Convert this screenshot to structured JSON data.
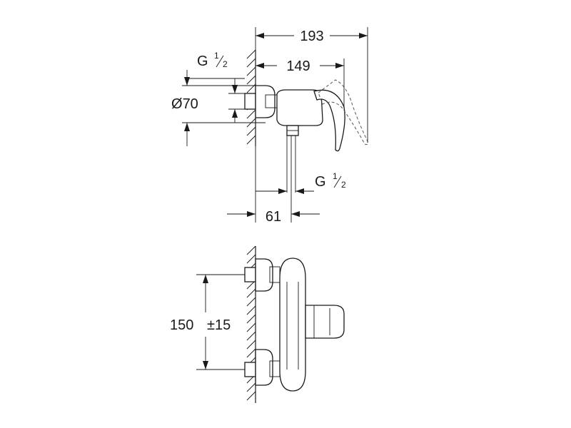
{
  "top_view": {
    "dim_total_width": "193",
    "dim_lever_width": "149",
    "dim_diameter_symbol": "Ø",
    "dim_diameter_value": "70",
    "dim_inlet_thread_main": "G",
    "dim_inlet_thread_num": "1",
    "dim_inlet_thread_den": "2",
    "dim_outlet_thread_main": "G",
    "dim_outlet_thread_num": "1",
    "dim_outlet_thread_den": "2",
    "dim_outlet_offset": "61"
  },
  "bottom_view": {
    "dim_center_distance": "150",
    "dim_tolerance": "±15"
  }
}
